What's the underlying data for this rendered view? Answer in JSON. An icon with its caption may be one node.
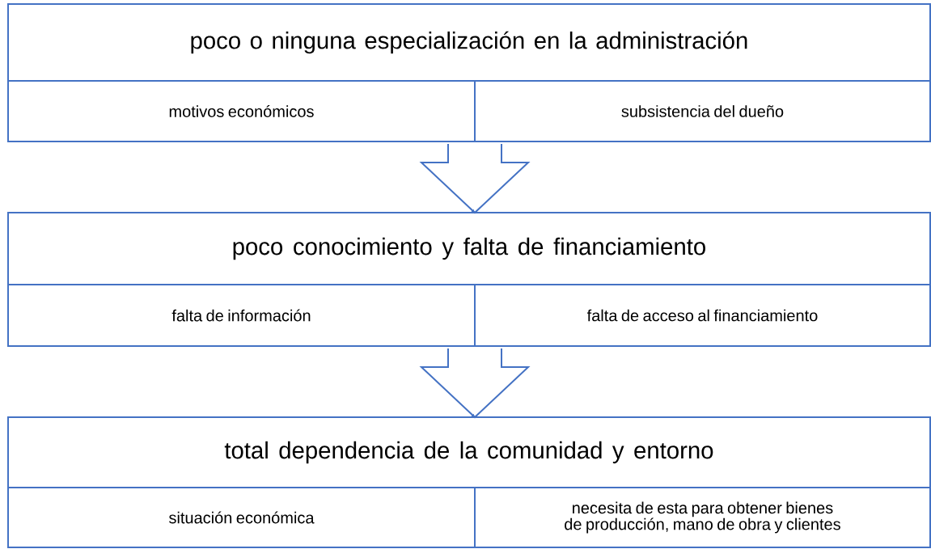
{
  "diagram": {
    "nodes": [
      {
        "text": [
          "poco o ninguna especialización en la administración"
        ]
      },
      {
        "text": [
          "motivos económicos"
        ],
        "in": 0
      },
      {
        "text": [
          "subsistencia del dueño"
        ],
        "in": 0
      },
      {
        "text": [
          "poco conocimiento y falta de financiamiento"
        ]
      },
      {
        "text": [
          "falta de información"
        ],
        "in": 3
      },
      {
        "text": [
          "falta de acceso al financiamiento"
        ],
        "in": 3
      },
      {
        "text": [
          "total dependencia de la comunidad y entorno"
        ]
      },
      {
        "text": [
          "situación económica"
        ],
        "in": 6
      },
      {
        "text": [
          "necesita de esta para obtener bienes de producción, mano de obra y clientes"
        ],
        "in": 6
      }
    ],
    "edges": [
      {
        "from": 0,
        "to": 3,
        "arrow": "to"
      },
      {
        "from": 3,
        "to": 6,
        "arrow": "to"
      }
    ]
  }
}
